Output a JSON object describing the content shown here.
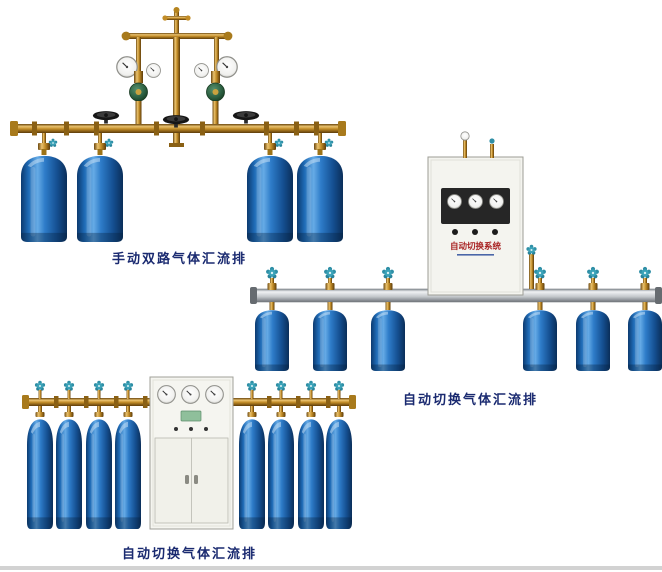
{
  "page": {
    "background": "#ffffff",
    "bottom_divider_color": "#d2d2d2"
  },
  "products": [
    {
      "id": "manual-dual-manifold",
      "caption": "手动双路气体汇流排",
      "cylinder_count": 4
    },
    {
      "id": "auto-switch-manifold-rail",
      "caption": "自动切换气体汇流排",
      "cabinet_label": "自动切换系统",
      "cylinder_count": 6
    },
    {
      "id": "auto-switch-manifold-cabinet",
      "caption": "自动切换气体汇流排",
      "cylinder_count": 8
    }
  ],
  "colors": {
    "caption_text": "#1a2a70",
    "cylinder_blue": "#2e7cc9",
    "brass": "#c28c27",
    "teal_valve_wheel": "#2f8fa6",
    "cabinet_body": "#f4f4ef",
    "cabinet_label_red": "#a82222",
    "rail_silver": "#c2c6ca"
  }
}
